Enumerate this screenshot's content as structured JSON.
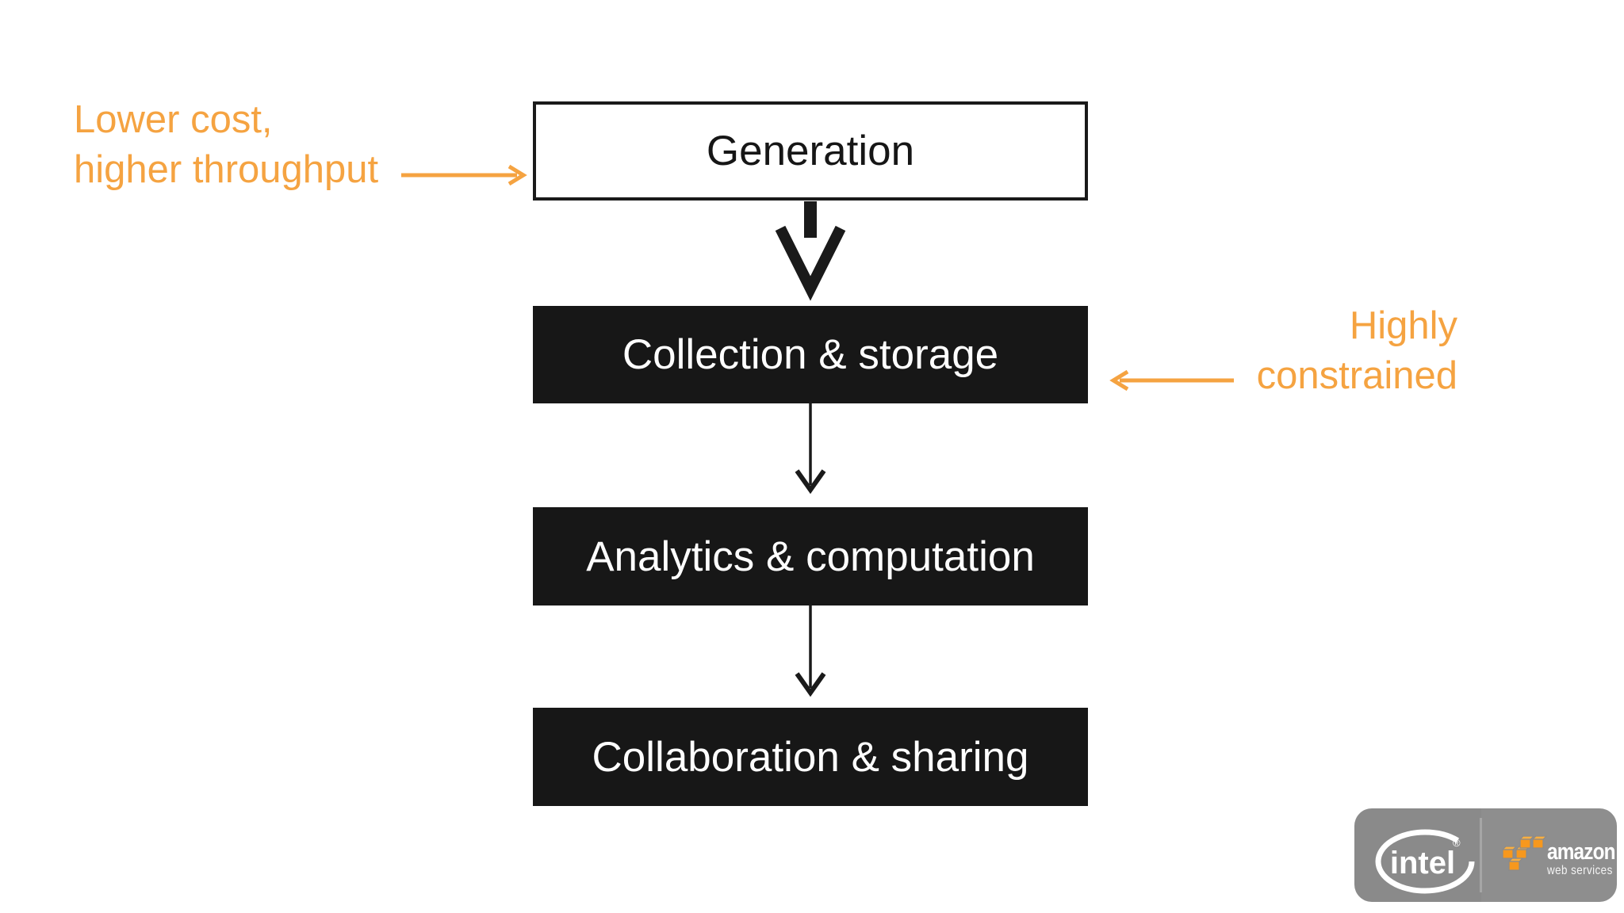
{
  "slide": {
    "annotations": {
      "left": {
        "line1": "Lower cost,",
        "line2": "higher throughput"
      },
      "right": {
        "line1": "Highly",
        "line2": "constrained"
      }
    },
    "flow_nodes": [
      {
        "label": "Generation",
        "style": "light"
      },
      {
        "label": "Collection & storage",
        "style": "dark"
      },
      {
        "label": "Analytics & computation",
        "style": "dark"
      },
      {
        "label": "Collaboration & sharing",
        "style": "dark"
      }
    ],
    "badge": {
      "intel_word": "intel",
      "intel_reg": "®",
      "aws_name": "amazon",
      "aws_sub": "web services"
    },
    "colors": {
      "annotation_orange": "#F5A341",
      "node_dark": "#171717",
      "node_border": "#1A1A1A",
      "badge_gray": "#8A8A8A",
      "aws_cube_orange": "#F7981D"
    }
  }
}
